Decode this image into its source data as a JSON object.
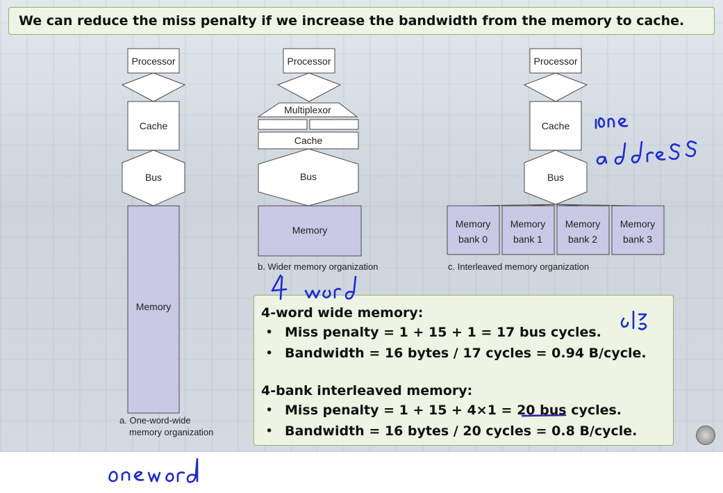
{
  "banner": {
    "text": "We can reduce the miss penalty if we increase the bandwidth from the memory to cache."
  },
  "diagram_a": {
    "processor": "Processor",
    "cache": "Cache",
    "bus": "Bus",
    "memory": "Memory",
    "caption_line1": "a. One-word-wide",
    "caption_line2": "memory organization"
  },
  "diagram_b": {
    "processor": "Processor",
    "multiplexor": "Multiplexor",
    "cache": "Cache",
    "bus": "Bus",
    "memory": "Memory",
    "caption": "b. Wider memory organization"
  },
  "diagram_c": {
    "processor": "Processor",
    "cache": "Cache",
    "bus": "Bus",
    "banks": [
      {
        "line1": "Memory",
        "line2": "bank 0"
      },
      {
        "line1": "Memory",
        "line2": "bank 1"
      },
      {
        "line1": "Memory",
        "line2": "bank 2"
      },
      {
        "line1": "Memory",
        "line2": "bank 3"
      }
    ],
    "caption": "c. Interleaved memory organization"
  },
  "info_box": {
    "heading1": "4-word wide memory:",
    "items1": [
      "Miss penalty = 1 + 15 + 1 = 17 bus cycles.",
      "Bandwidth = 16 bytes / 17 cycles = 0.94 B/cycle."
    ],
    "heading2": "4-bank interleaved memory:",
    "items2": [
      "Miss penalty = 1 + 15 + 4×1 = 20 bus cycles.",
      "Bandwidth = 16 bytes / 20 cycles = 0.8 B/cycle."
    ]
  },
  "annotations": {
    "one_word": "one word",
    "four_word": "4 word",
    "one_address": "one address"
  },
  "colors": {
    "memory_fill": "#c9c9e6",
    "box_stroke": "#4a4a4a",
    "panel_fill": "#edf4e4",
    "panel_border": "#8fb26c",
    "ink_blue": "#1a2bd6",
    "ink_purple": "#3a1fa8"
  }
}
